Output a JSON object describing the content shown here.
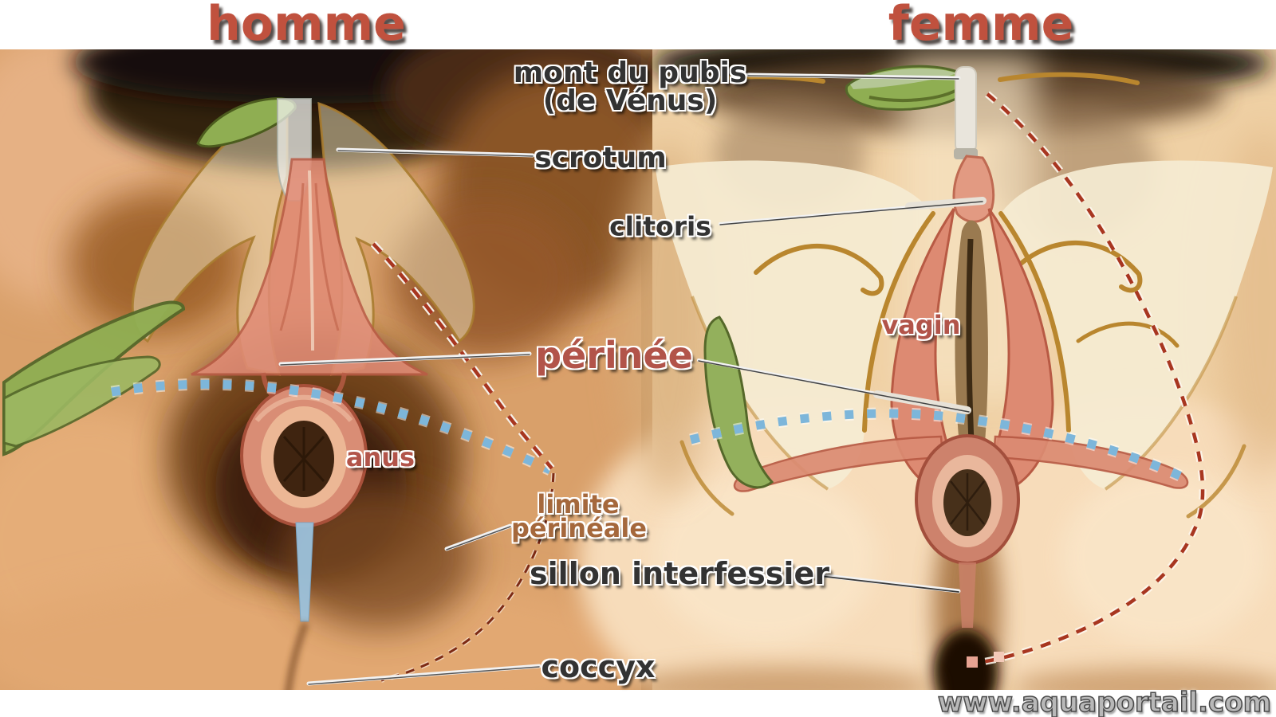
{
  "figure": {
    "left_title": "homme",
    "right_title": "femme",
    "watermark": "www.aquaportail.com"
  },
  "labels": {
    "mont_du_pubis_line1": "mont du pubis",
    "mont_du_pubis_line2": "(de Vénus)",
    "scrotum": "scrotum",
    "clitoris": "clitoris",
    "perinee": "périnée",
    "vagin": "vagin",
    "anus": "anus",
    "limite_perineale_line1": "limite",
    "limite_perineale_line2": "périnéale",
    "sillon_interfessier": "sillon interfessier",
    "coccyx": "coccyx"
  },
  "colors": {
    "title_red": "#c0513e",
    "label_dark": "#333333",
    "label_salmon": "#b2544a",
    "label_brown": "#a5683c",
    "watermark_gray": "#b8b8b8",
    "overlay_green": "#8fae52",
    "muscle_salmon": "#dd8a72",
    "fascia_cream": "#f4e9cd",
    "dotted_line_blue": "#7db6da",
    "dashed_line_red": "#a83620"
  }
}
